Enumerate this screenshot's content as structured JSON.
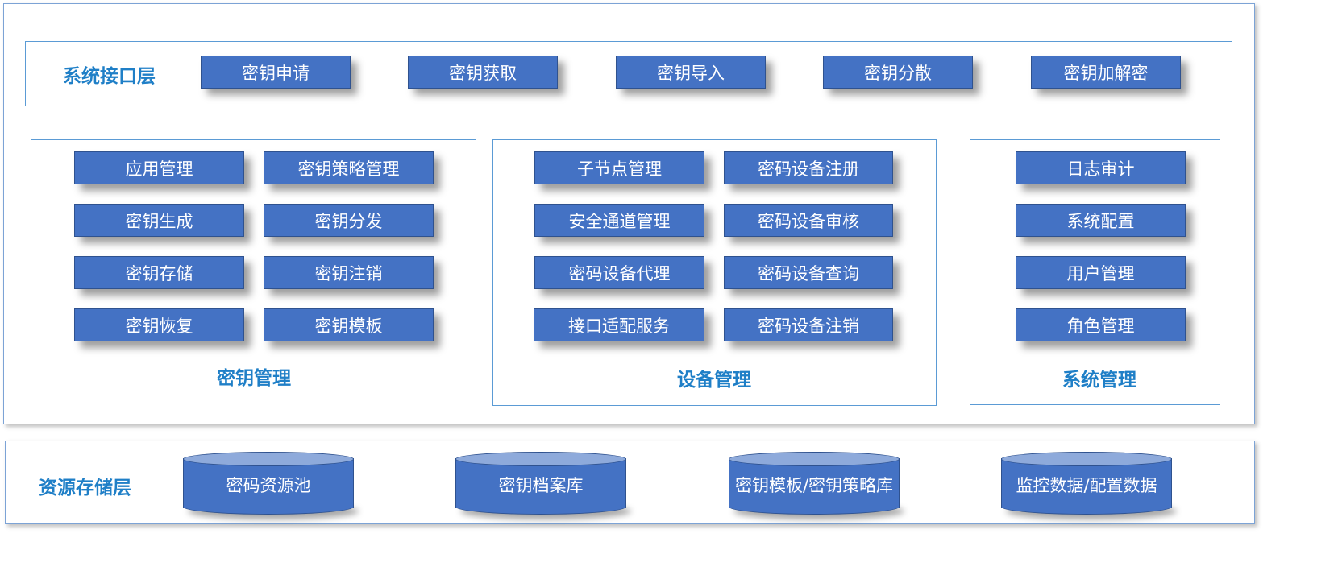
{
  "interface_layer": {
    "title": "系统接口层",
    "buttons": [
      "密钥申请",
      "密钥获取",
      "密钥导入",
      "密钥分散",
      "密钥加解密"
    ]
  },
  "key_management": {
    "title": "密钥管理",
    "buttons": [
      "应用管理",
      "密钥策略管理",
      "密钥生成",
      "密钥分发",
      "密钥存储",
      "密钥注销",
      "密钥恢复",
      "密钥模板"
    ]
  },
  "device_management": {
    "title": "设备管理",
    "buttons": [
      "子节点管理",
      "密码设备注册",
      "安全通道管理",
      "密码设备审核",
      "密码设备代理",
      "密码设备查询",
      "接口适配服务",
      "密码设备注销"
    ]
  },
  "system_management": {
    "title": "系统管理",
    "buttons": [
      "日志审计",
      "系统配置",
      "用户管理",
      "角色管理"
    ]
  },
  "storage_layer": {
    "title": "资源存储层",
    "stores": [
      "密码资源池",
      "密钥档案库",
      "密钥模板/密钥策略库",
      "监控数据/配置数据"
    ]
  },
  "colors": {
    "button_fill": "#4472c4",
    "button_border": "#2f528f",
    "title_text": "#1f7fc7",
    "frame_border": "#5b9bd5"
  }
}
